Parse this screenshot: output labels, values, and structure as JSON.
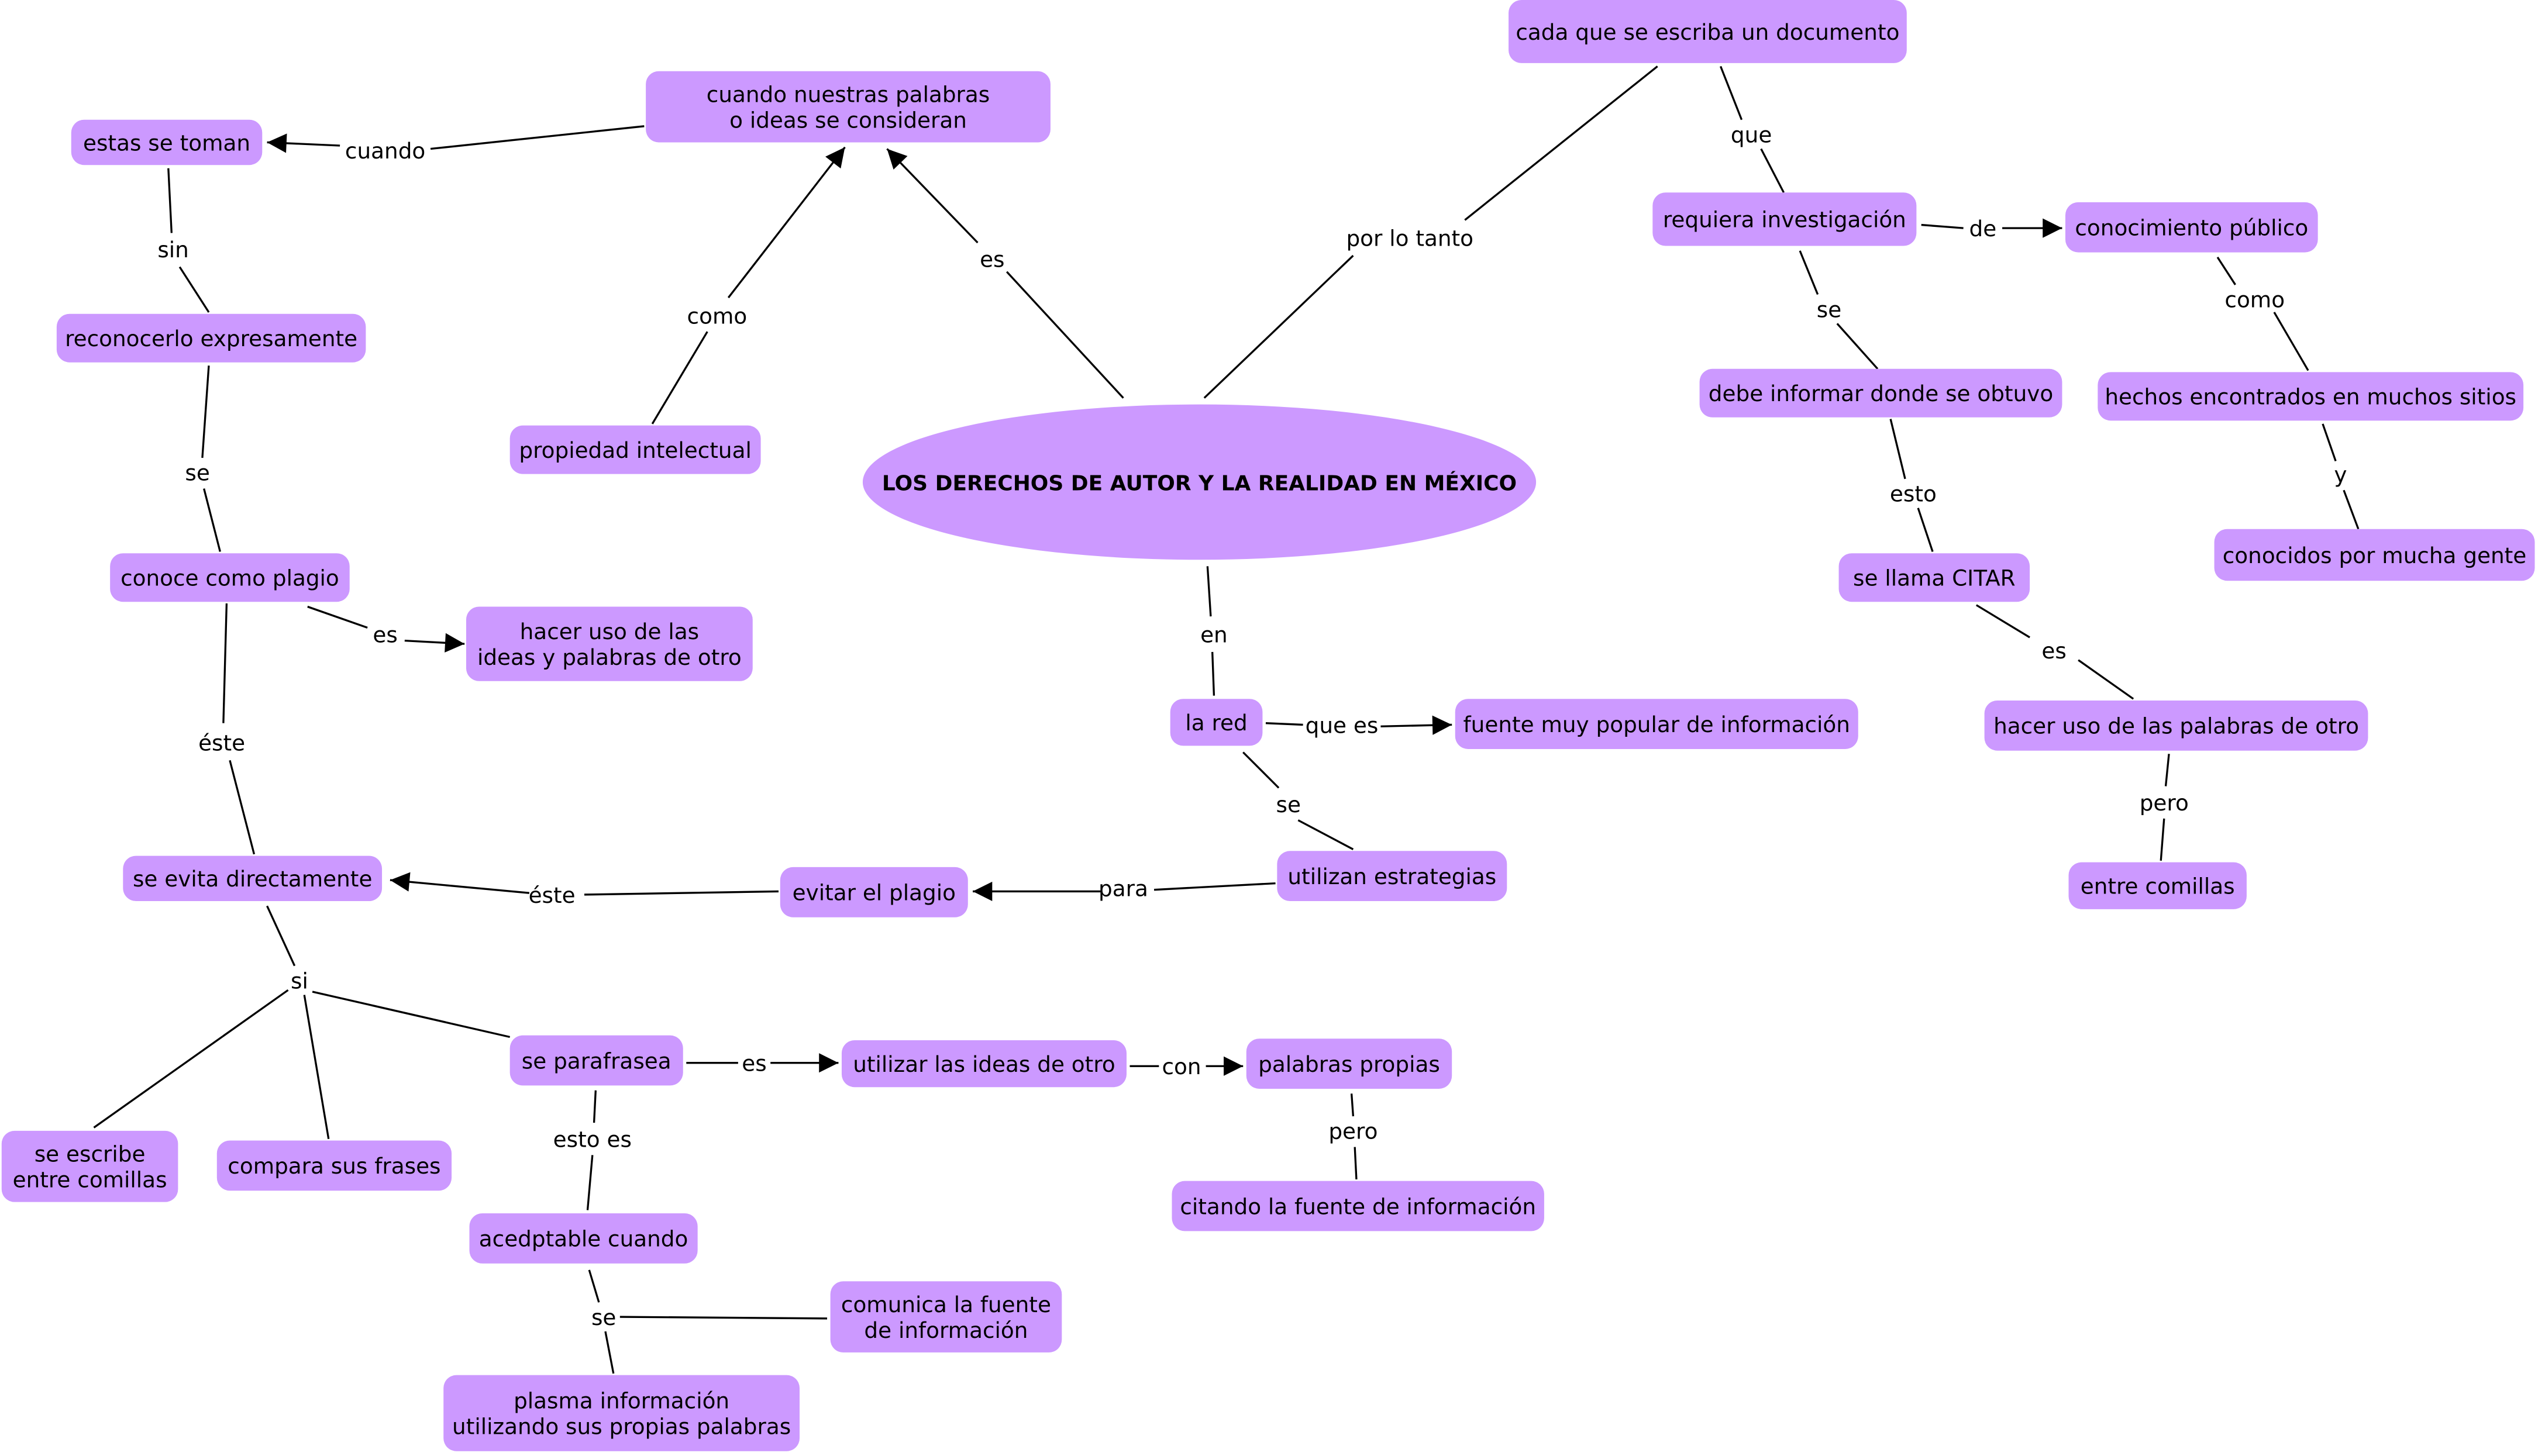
{
  "map": {
    "title": "LOS DERECHOS DE AUTOR Y LA REALIDAD EN MÉXICO",
    "colors": {
      "node_fill": "#cc99ff",
      "line": "#000000",
      "text": "#000000",
      "background": "#ffffff"
    },
    "root": {
      "id": "root",
      "lines": [
        "LOS DERECHOS DE AUTOR Y LA REALIDAD EN MÉXICO"
      ]
    },
    "nodes": [
      {
        "id": "n_cuando_palabras",
        "lines": [
          "cuando nuestras palabras",
          "o ideas se consideran"
        ]
      },
      {
        "id": "n_estas_se_toman",
        "lines": [
          "estas se toman"
        ]
      },
      {
        "id": "n_reconocerlo",
        "lines": [
          "reconocerlo expresamente"
        ]
      },
      {
        "id": "n_propiedad",
        "lines": [
          "propiedad intelectual"
        ]
      },
      {
        "id": "n_conoce_plagio",
        "lines": [
          "conoce como plagio"
        ]
      },
      {
        "id": "n_hacer_uso_ideas",
        "lines": [
          "hacer uso de las",
          "ideas y palabras de otro"
        ]
      },
      {
        "id": "n_se_evita",
        "lines": [
          "se evita directamente"
        ]
      },
      {
        "id": "n_evitar_plagio",
        "lines": [
          "evitar el plagio"
        ]
      },
      {
        "id": "n_utilizan_estrategias",
        "lines": [
          "utilizan estrategias"
        ]
      },
      {
        "id": "n_la_red",
        "lines": [
          "la red"
        ]
      },
      {
        "id": "n_fuente_popular",
        "lines": [
          "fuente muy popular de información"
        ]
      },
      {
        "id": "n_se_escribe",
        "lines": [
          "se escribe",
          "entre comillas"
        ]
      },
      {
        "id": "n_compara",
        "lines": [
          "compara sus frases"
        ]
      },
      {
        "id": "n_parafrasea",
        "lines": [
          "se parafrasea"
        ]
      },
      {
        "id": "n_utilizar_ideas",
        "lines": [
          "utilizar las ideas de otro"
        ]
      },
      {
        "id": "n_palabras_propias",
        "lines": [
          "palabras propias"
        ]
      },
      {
        "id": "n_citando",
        "lines": [
          "citando la fuente de información"
        ]
      },
      {
        "id": "n_acedptable",
        "lines": [
          "acedptable cuando"
        ]
      },
      {
        "id": "n_comunica",
        "lines": [
          "comunica la fuente",
          "de información"
        ]
      },
      {
        "id": "n_plasma",
        "lines": [
          "plasma información",
          "utilizando sus propias palabras"
        ]
      },
      {
        "id": "n_cada_documento",
        "lines": [
          "cada que se escriba un documento"
        ]
      },
      {
        "id": "n_requiera",
        "lines": [
          "requiera investigación"
        ]
      },
      {
        "id": "n_conocimiento",
        "lines": [
          "conocimiento público"
        ]
      },
      {
        "id": "n_debe_informar",
        "lines": [
          "debe informar donde se obtuvo"
        ]
      },
      {
        "id": "n_hechos",
        "lines": [
          "hechos encontrados en muchos sitios"
        ]
      },
      {
        "id": "n_conocidos",
        "lines": [
          "conocidos por mucha gente"
        ]
      },
      {
        "id": "n_citar",
        "lines": [
          "se llama CITAR"
        ]
      },
      {
        "id": "n_hacer_uso_palabras",
        "lines": [
          "hacer uso de las palabras de otro"
        ]
      },
      {
        "id": "n_entre_comillas",
        "lines": [
          "entre comillas"
        ]
      }
    ],
    "links": [
      {
        "label": "es",
        "from": "root",
        "to": "n_cuando_palabras",
        "arrow": true
      },
      {
        "label": "como",
        "from": "n_propiedad",
        "to": "n_cuando_palabras",
        "arrow": true
      },
      {
        "label": "cuando",
        "from": "n_cuando_palabras",
        "to": "n_estas_se_toman",
        "arrow": true
      },
      {
        "label": "sin",
        "from": "n_estas_se_toman",
        "to": "n_reconocerlo",
        "arrow": false
      },
      {
        "label": "se",
        "from": "n_reconocerlo",
        "to": "n_conoce_plagio",
        "arrow": false
      },
      {
        "label": "es",
        "from": "n_conoce_plagio",
        "to": "n_hacer_uso_ideas",
        "arrow": true
      },
      {
        "label": "éste",
        "from": "n_conoce_plagio",
        "to": "n_se_evita",
        "arrow": false
      },
      {
        "label": "por lo tanto",
        "from": "root",
        "to": "n_cada_documento",
        "arrow": false
      },
      {
        "label": "en",
        "from": "root",
        "to": "n_la_red",
        "arrow": false
      },
      {
        "label": "que es",
        "from": "n_la_red",
        "to": "n_fuente_popular",
        "arrow": true
      },
      {
        "label": "se",
        "from": "n_la_red",
        "to": "n_utilizan_estrategias",
        "arrow": false
      },
      {
        "label": "para",
        "from": "n_utilizan_estrategias",
        "to": "n_evitar_plagio",
        "arrow": true
      },
      {
        "label": "éste",
        "from": "n_evitar_plagio",
        "to": "n_se_evita",
        "arrow": true
      },
      {
        "label": "si",
        "from": "n_se_evita",
        "to": [
          "n_se_escribe",
          "n_compara",
          "n_parafrasea"
        ],
        "arrow": false
      },
      {
        "label": "es",
        "from": "n_parafrasea",
        "to": "n_utilizar_ideas",
        "arrow": true
      },
      {
        "label": "con",
        "from": "n_utilizar_ideas",
        "to": "n_palabras_propias",
        "arrow": true
      },
      {
        "label": "pero",
        "from": "n_palabras_propias",
        "to": "n_citando",
        "arrow": false
      },
      {
        "label": "esto es",
        "from": "n_parafrasea",
        "to": "n_acedptable",
        "arrow": false
      },
      {
        "label": "se",
        "from": "n_acedptable",
        "to": [
          "n_comunica",
          "n_plasma"
        ],
        "arrow": false
      },
      {
        "label": "que",
        "from": "n_cada_documento",
        "to": "n_requiera",
        "arrow": false
      },
      {
        "label": "de",
        "from": "n_requiera",
        "to": "n_conocimiento",
        "arrow": true
      },
      {
        "label": "se",
        "from": "n_requiera",
        "to": "n_debe_informar",
        "arrow": false
      },
      {
        "label": "como",
        "from": "n_conocimiento",
        "to": "n_hechos",
        "arrow": false
      },
      {
        "label": "y",
        "from": "n_hechos",
        "to": "n_conocidos",
        "arrow": false
      },
      {
        "label": "esto",
        "from": "n_debe_informar",
        "to": "n_citar",
        "arrow": false
      },
      {
        "label": "es",
        "from": "n_citar",
        "to": "n_hacer_uso_palabras",
        "arrow": false
      },
      {
        "label": "pero",
        "from": "n_hacer_uso_palabras",
        "to": "n_entre_comillas",
        "arrow": false
      }
    ]
  }
}
